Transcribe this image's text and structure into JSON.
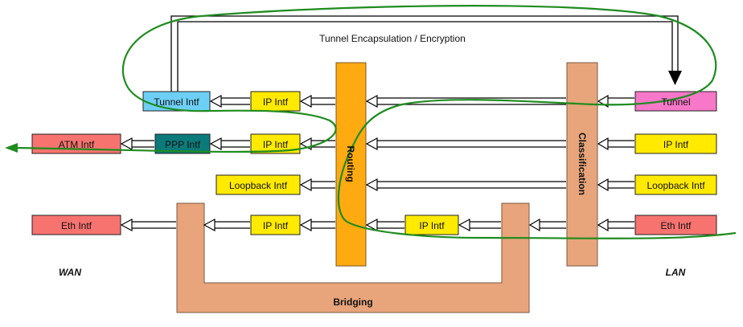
{
  "title": "Tunnel Encapsulation / Encryption",
  "wan_label": "WAN",
  "lan_label": "LAN",
  "routing_label": "Routing",
  "classification_label": "Classification",
  "bridging_label": "Bridging",
  "left_interfaces": {
    "tunnel": "Tunnel Intf",
    "atm": "ATM Intf",
    "ppp": "PPP Intf",
    "eth": "Eth Intf",
    "ip_top": "IP Intf",
    "ip_mid": "IP Intf",
    "loopback": "Loopback Intf",
    "ip_bottom": "IP Intf"
  },
  "center_interfaces": {
    "ip_bridge": "IP Intf"
  },
  "right_interfaces": {
    "tunnel": "Tunnel",
    "ip": "IP Intf",
    "loopback": "Loopback Intf",
    "eth": "Eth Intf"
  },
  "colors": {
    "tunnel_intf": "#6ECFF6",
    "atm_eth": "#F7736F",
    "ppp": "#0B7A7A",
    "ip_yellow": "#FFEA00",
    "routing": "#FFAA11",
    "classification": "#E8A47A",
    "bridging": "#E8A47A",
    "tunnel_lan": "#F778C8",
    "path_green": "#1E8C1E"
  }
}
